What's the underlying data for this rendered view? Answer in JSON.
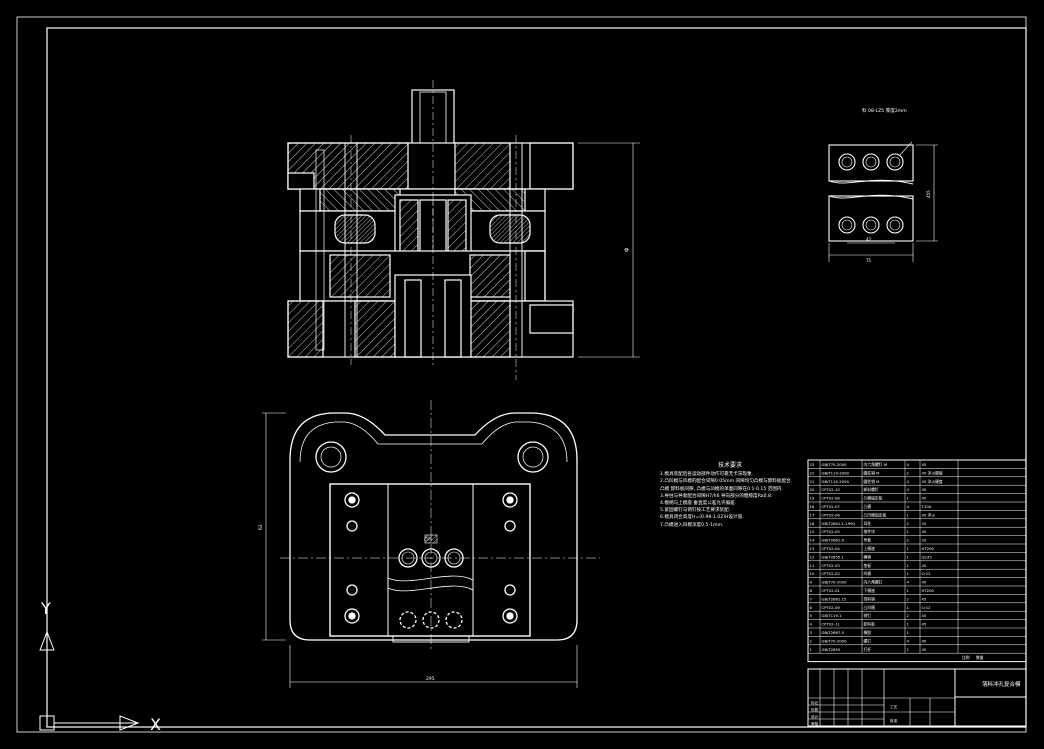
{
  "drawing": {
    "background": "#000000",
    "line_color": "#ffffff",
    "ucs": {
      "y_label": "Y",
      "x_label": "X"
    }
  },
  "section_view": {
    "height_dim": "ф"
  },
  "part_view": {
    "header": "料  08-LZ5  厚度2mm",
    "dim_left": "47",
    "dim_width": "75",
    "dim_height": "455"
  },
  "plan_view": {
    "dim_width": "295",
    "dim_height": "62",
    "center_label": "凸凹"
  },
  "tech_notes": {
    "title": "技术要求",
    "lines": [
      "1.模具装配后各运动部件动作可靠无卡滞现象.",
      "2.凸凹模与凹模的配合间隙0.05mm 间隙均匀凸模与卸料板配合.",
      "  凸模 卸料板间隙, 凸模与凹模的单面间隙在0.1-0.15 范围内.",
      "3.导柱与导套配合间隙H7/h6 导向部分的粗糙度Ra0.8.",
      "4.模柄与上模座 垂直度公差允许偏差.",
      "5.紧固螺钉与销钉按工艺要求装配.",
      "6.模具闭合高度H=(0.98-1.02)H设计值.",
      "7.凸模进入凹模深度0.5-1mm."
    ]
  },
  "bom": {
    "rows": [
      [
        "23",
        "GB/T70-2000",
        "内六角螺钉 M",
        "4",
        "45",
        ""
      ],
      [
        "22",
        "GB/T119-2000",
        "圆柱销 M",
        "2",
        "45 淬火硬度",
        ""
      ],
      [
        "21",
        "GB/T119-2000",
        "圆柱销 M",
        "4",
        "45 淬火硬度",
        ""
      ],
      [
        "20",
        "CPT02-10",
        "卸料螺钉",
        "4",
        "45",
        ""
      ],
      [
        "19",
        "CPT02-08",
        "凸模固定板",
        "1",
        "45",
        ""
      ],
      [
        "18",
        "CPT02-07",
        "凸模",
        "4",
        "T10A",
        ""
      ],
      [
        "17",
        "CPT02-06",
        "凸凹模固定板",
        "1",
        "45 淬火",
        ""
      ],
      [
        "16",
        "GB/T2861.1-1990",
        "导柱",
        "2",
        "20",
        ""
      ],
      [
        "15",
        "CPT02-05",
        "推件块",
        "1",
        "45",
        ""
      ],
      [
        "14",
        "GB/T2861.6",
        "导套",
        "2",
        "20",
        ""
      ],
      [
        "13",
        "CPT02-04",
        "上模座",
        "1",
        "HT200",
        ""
      ],
      [
        "12",
        "GB/T2855.1",
        "模柄",
        "1",
        "Q235",
        ""
      ],
      [
        "11",
        "CPT02-03",
        "垫板",
        "1",
        "45",
        ""
      ],
      [
        "10",
        "CPT02-02",
        "凹模",
        "1",
        "Cr12",
        ""
      ],
      [
        "9",
        "GB/T70-2000",
        "内六角螺钉",
        "4",
        "45",
        ""
      ],
      [
        "8",
        "CPT02-01",
        "下模座",
        "1",
        "HT200",
        ""
      ],
      [
        "7",
        "GB/T2861.15",
        "挡料销",
        "2",
        "45",
        ""
      ],
      [
        "6",
        "CPT02-09",
        "凸凹模",
        "1",
        "Cr12",
        ""
      ],
      [
        "5",
        "GB/T119.1",
        "销钉",
        "2",
        "45",
        ""
      ],
      [
        "4",
        "CPT02-11",
        "卸料板",
        "1",
        "45",
        ""
      ],
      [
        "3",
        "GB/T2867.5",
        "橡胶",
        "1",
        "",
        ""
      ],
      [
        "2",
        "GB/T70-2000",
        "螺钉",
        "4",
        "45",
        ""
      ],
      [
        "1",
        "GB/T2855",
        "打杆",
        "1",
        "45",
        ""
      ]
    ],
    "footer_cells": [
      "比例",
      "数量"
    ]
  },
  "title_block": {
    "drawing_name": "落料冲孔复合模",
    "cells": [
      "标记",
      "处数",
      "设计",
      "审核",
      "工艺",
      "批准"
    ]
  }
}
